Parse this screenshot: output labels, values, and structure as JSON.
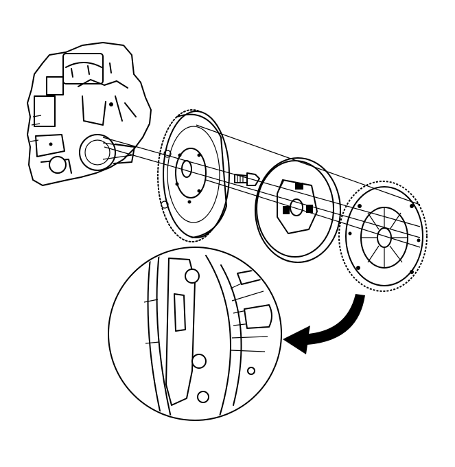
{
  "diagram": {
    "parts": [
      {
        "id": "engine-block",
        "label": ""
      },
      {
        "id": "flywheel",
        "label": ""
      },
      {
        "id": "flywheel-bolt",
        "label": ""
      },
      {
        "id": "clutch-disc",
        "label": ""
      },
      {
        "id": "pressure-plate",
        "label": ""
      },
      {
        "id": "detail-magnifier",
        "label": ""
      }
    ],
    "colors": {
      "line": "#000000",
      "background": "#ffffff"
    },
    "icons": {
      "callout": "curved-arrow-icon"
    }
  }
}
